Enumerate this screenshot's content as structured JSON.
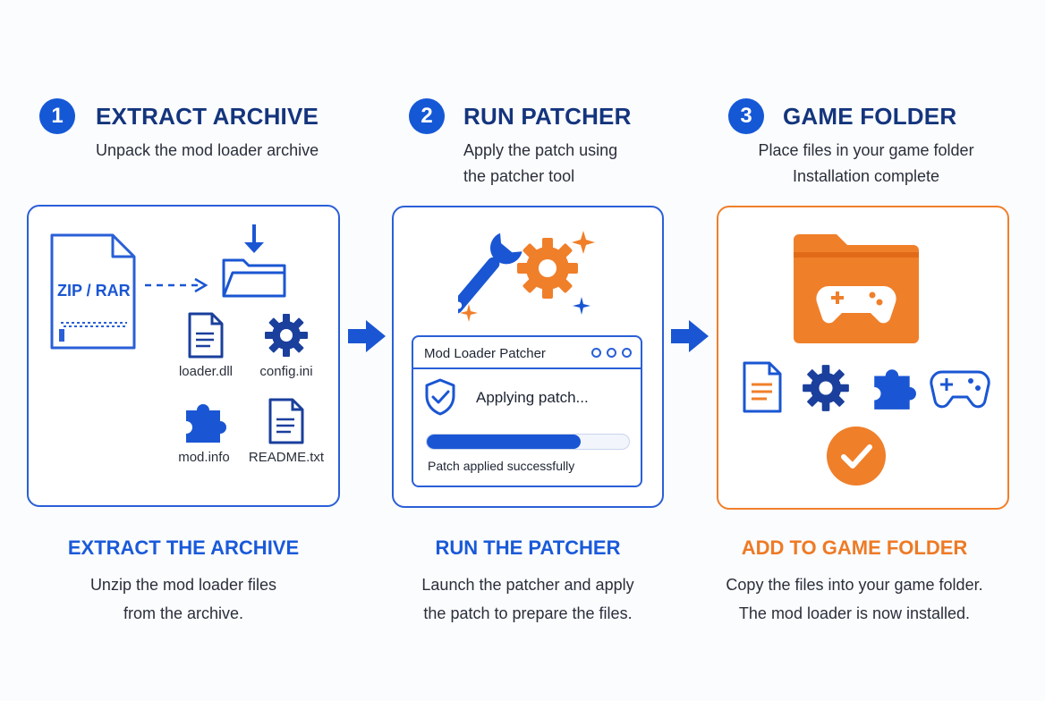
{
  "steps": [
    {
      "number": "1",
      "title": "EXTRACT ARCHIVE",
      "subtitle": [
        "Unpack the mod loader archive"
      ],
      "archive_label": "ZIP / RAR",
      "files": [
        "loader.dll",
        "config.ini",
        "mod.info",
        "README.txt"
      ],
      "bottom_title": "EXTRACT THE ARCHIVE",
      "bottom_desc": [
        "Unzip the mod loader files",
        "from the archive."
      ]
    },
    {
      "number": "2",
      "title": "RUN PATCHER",
      "subtitle": [
        "Apply the patch using",
        "the patcher tool"
      ],
      "window_title": "Mod Loader Patcher",
      "status_text": "Applying patch...",
      "progress": 0.76,
      "result_text": "Patch applied successfully",
      "bottom_title": "RUN THE PATCHER",
      "bottom_desc": [
        "Launch the patcher and apply",
        "the patch to prepare the files."
      ]
    },
    {
      "number": "3",
      "title": "GAME FOLDER",
      "subtitle": [
        "Place files in your game folder",
        "Installation complete"
      ],
      "bottom_title": "ADD TO GAME FOLDER",
      "bottom_desc": [
        "Copy the files into your game folder.",
        "The mod loader is now installed."
      ]
    }
  ],
  "colors": {
    "blue": "#1a56d3",
    "navy": "#14357d",
    "orange": "#f07f2a"
  },
  "icons": [
    "archive-file-icon",
    "download-folder-icon",
    "document-icon",
    "gear-icon",
    "puzzle-icon",
    "wrench-gear-icon",
    "shield-check-icon",
    "game-folder-icon",
    "gamepad-icon",
    "checkmark-circle-icon",
    "arrow-right-icon"
  ]
}
